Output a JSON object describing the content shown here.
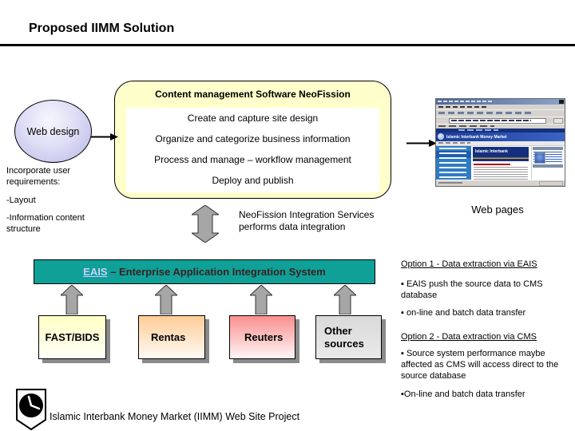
{
  "title": "Proposed IIMM Solution",
  "cms_box": {
    "header": "Content management Software NeoFission",
    "steps": [
      "Create and capture site design",
      "Organize and categorize  business information",
      "Process and manage – workflow management",
      "Deploy and publish"
    ]
  },
  "web_design": {
    "ellipse_label": "Web design",
    "requirements_intro": "Incorporate user requirements:",
    "requirement_layout": "-Layout",
    "requirement_structure": "-Information content structure"
  },
  "integration": {
    "line1": "NeoFission Integration Services",
    "line2": "performs data integration"
  },
  "browser_screenshot": {
    "page_title": "Islamic Interbank Money Market",
    "banner_title": "Islamic Interbank",
    "caption": "Web pages"
  },
  "eais_banner": {
    "link_text": "EAIS",
    "rest_text": " – Enterprise Application Integration System"
  },
  "sources": [
    {
      "label": "FAST/BIDS"
    },
    {
      "label": "Rentas"
    },
    {
      "label": "Reuters"
    },
    {
      "label": "Other sources"
    }
  ],
  "options": {
    "option1_title": "Option 1 - Data extraction via EAIS",
    "option1_bullet1": "▪ EAIS push the source data to CMS database",
    "option1_bullet2": "▪ on-line and  batch data transfer",
    "option2_title": "Option 2 - Data extraction via CMS",
    "option2_bullet1": "▪  Source system performance maybe affected as CMS will access direct to the source database",
    "option2_bullet2": "▪On-line and  batch data transfer"
  },
  "footer": {
    "project": "Islamic Interbank Money Market (IIMM) Web Site Project"
  },
  "colors": {
    "cms_fill": "#FFFFCC",
    "eais_teal": "#0FA098",
    "eais_link": "#CCCCFF",
    "arrow_gray": "#A6A6A6",
    "ellipse_fill": "#C9C9EF"
  }
}
